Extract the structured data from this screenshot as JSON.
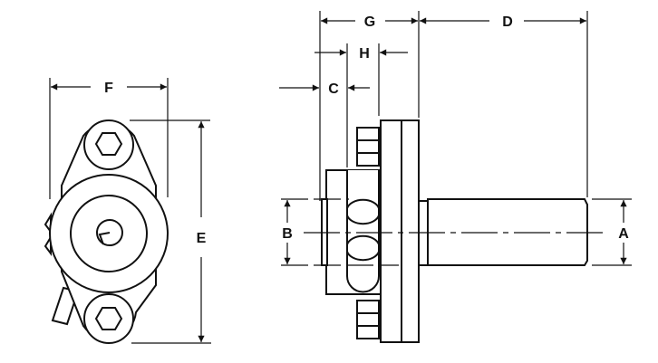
{
  "drawing": {
    "front_view": {
      "labels": {
        "width": "F",
        "height": "E"
      }
    },
    "side_view": {
      "labels": {
        "overall_body": "G",
        "shaft_length": "D",
        "bolt_offset": "H",
        "face_offset": "C",
        "hub_diameter": "B",
        "shaft_diameter": "A"
      }
    }
  },
  "colors": {
    "line": "#111111",
    "background": "#ffffff"
  }
}
